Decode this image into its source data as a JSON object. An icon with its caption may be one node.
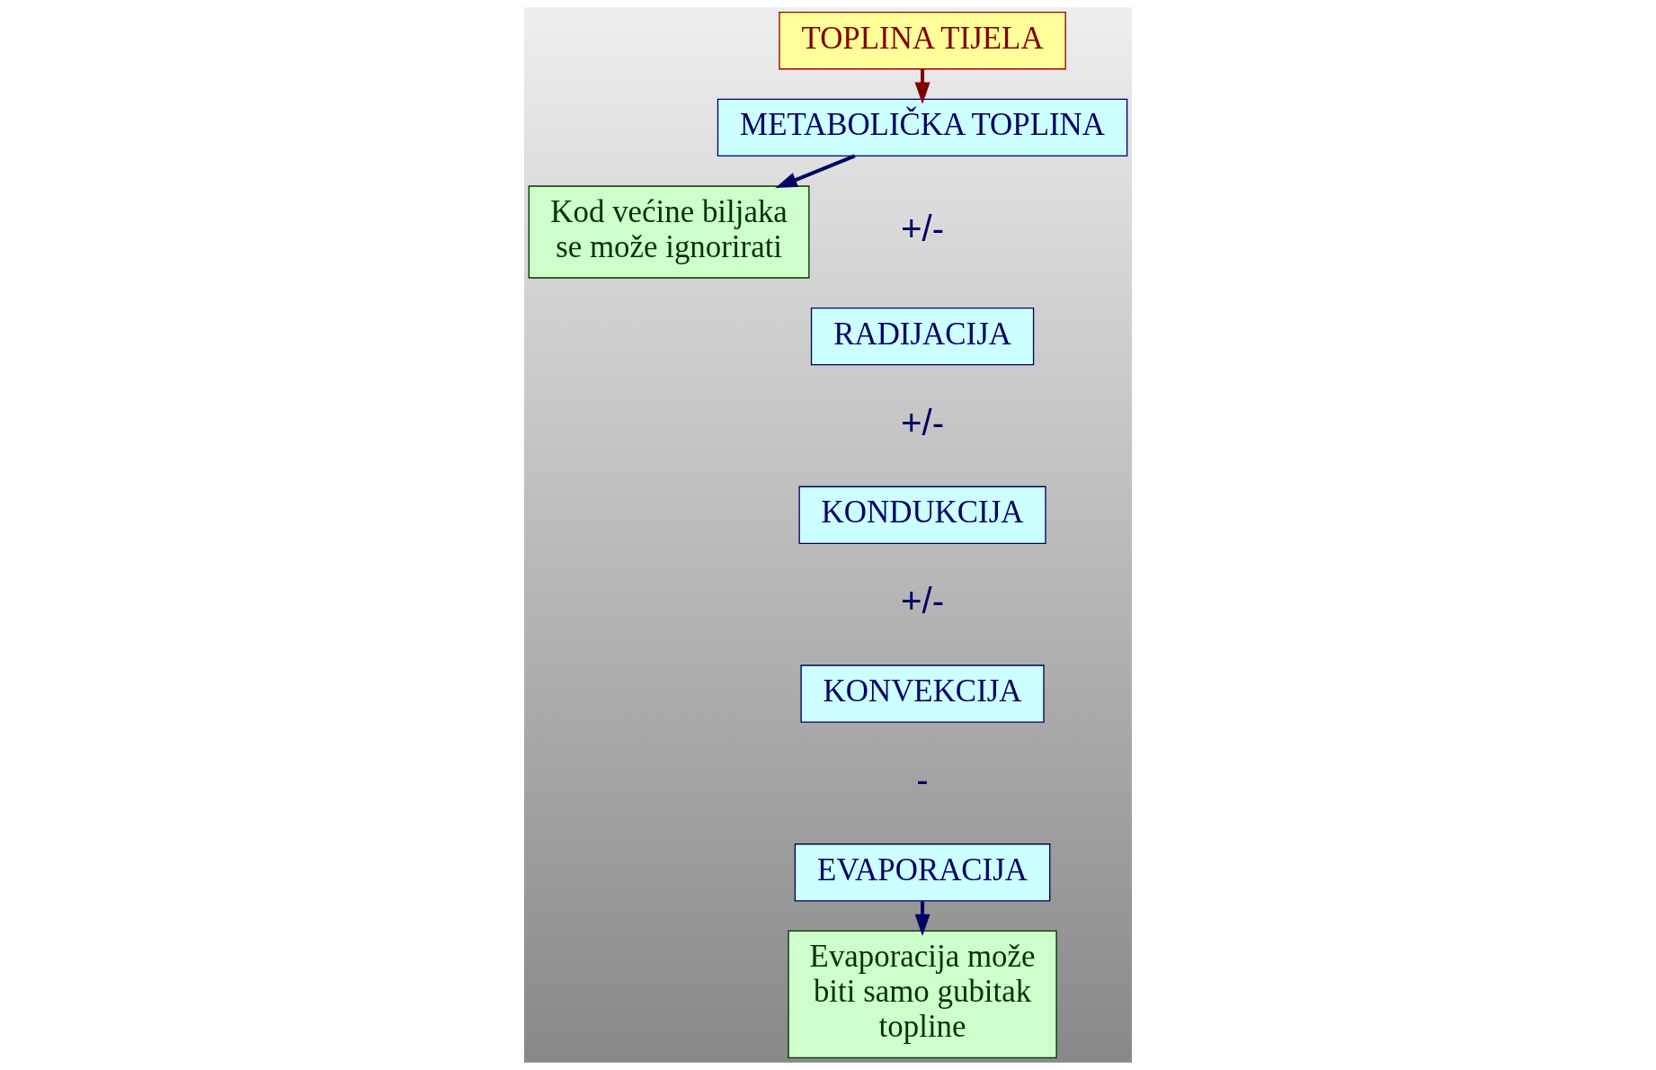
{
  "diagram": {
    "nodes": [
      {
        "text": [
          "TOPLINA TIJELA"
        ]
      },
      {
        "text": [
          "METABOLIČKA TOPLINA"
        ]
      },
      {
        "text": [
          "RADIJACIJA"
        ]
      },
      {
        "text": [
          "KONDUKCIJA"
        ]
      },
      {
        "text": [
          "KONVEKCIJA"
        ]
      },
      {
        "text": [
          "EVAPORACIJA"
        ]
      },
      {
        "text": [
          "Kod većine biljaka se može ignorirati"
        ]
      },
      {
        "text": [
          "Evaporacija može biti samo gubitak topline"
        ]
      }
    ],
    "edges": [
      {
        "from": 0,
        "to": 1,
        "arrow": "to",
        "color": "#800000"
      },
      {
        "from": 1,
        "to": 6,
        "arrow": "to"
      },
      {
        "from": 5,
        "to": 7,
        "arrow": "to"
      }
    ],
    "labels": [
      "+/-",
      "+/-",
      "+/-",
      "-"
    ]
  }
}
